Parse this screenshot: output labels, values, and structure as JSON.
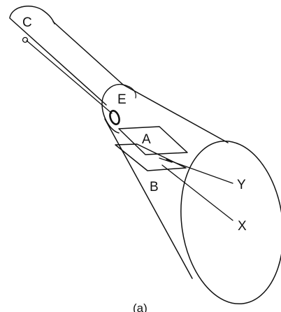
{
  "labels": {
    "c": "C",
    "e": "E",
    "a": "A",
    "b": "B",
    "y": "Y",
    "x": "X",
    "caption": "(a)"
  },
  "colors": {
    "line": "#111111",
    "background": "#ffffff"
  }
}
